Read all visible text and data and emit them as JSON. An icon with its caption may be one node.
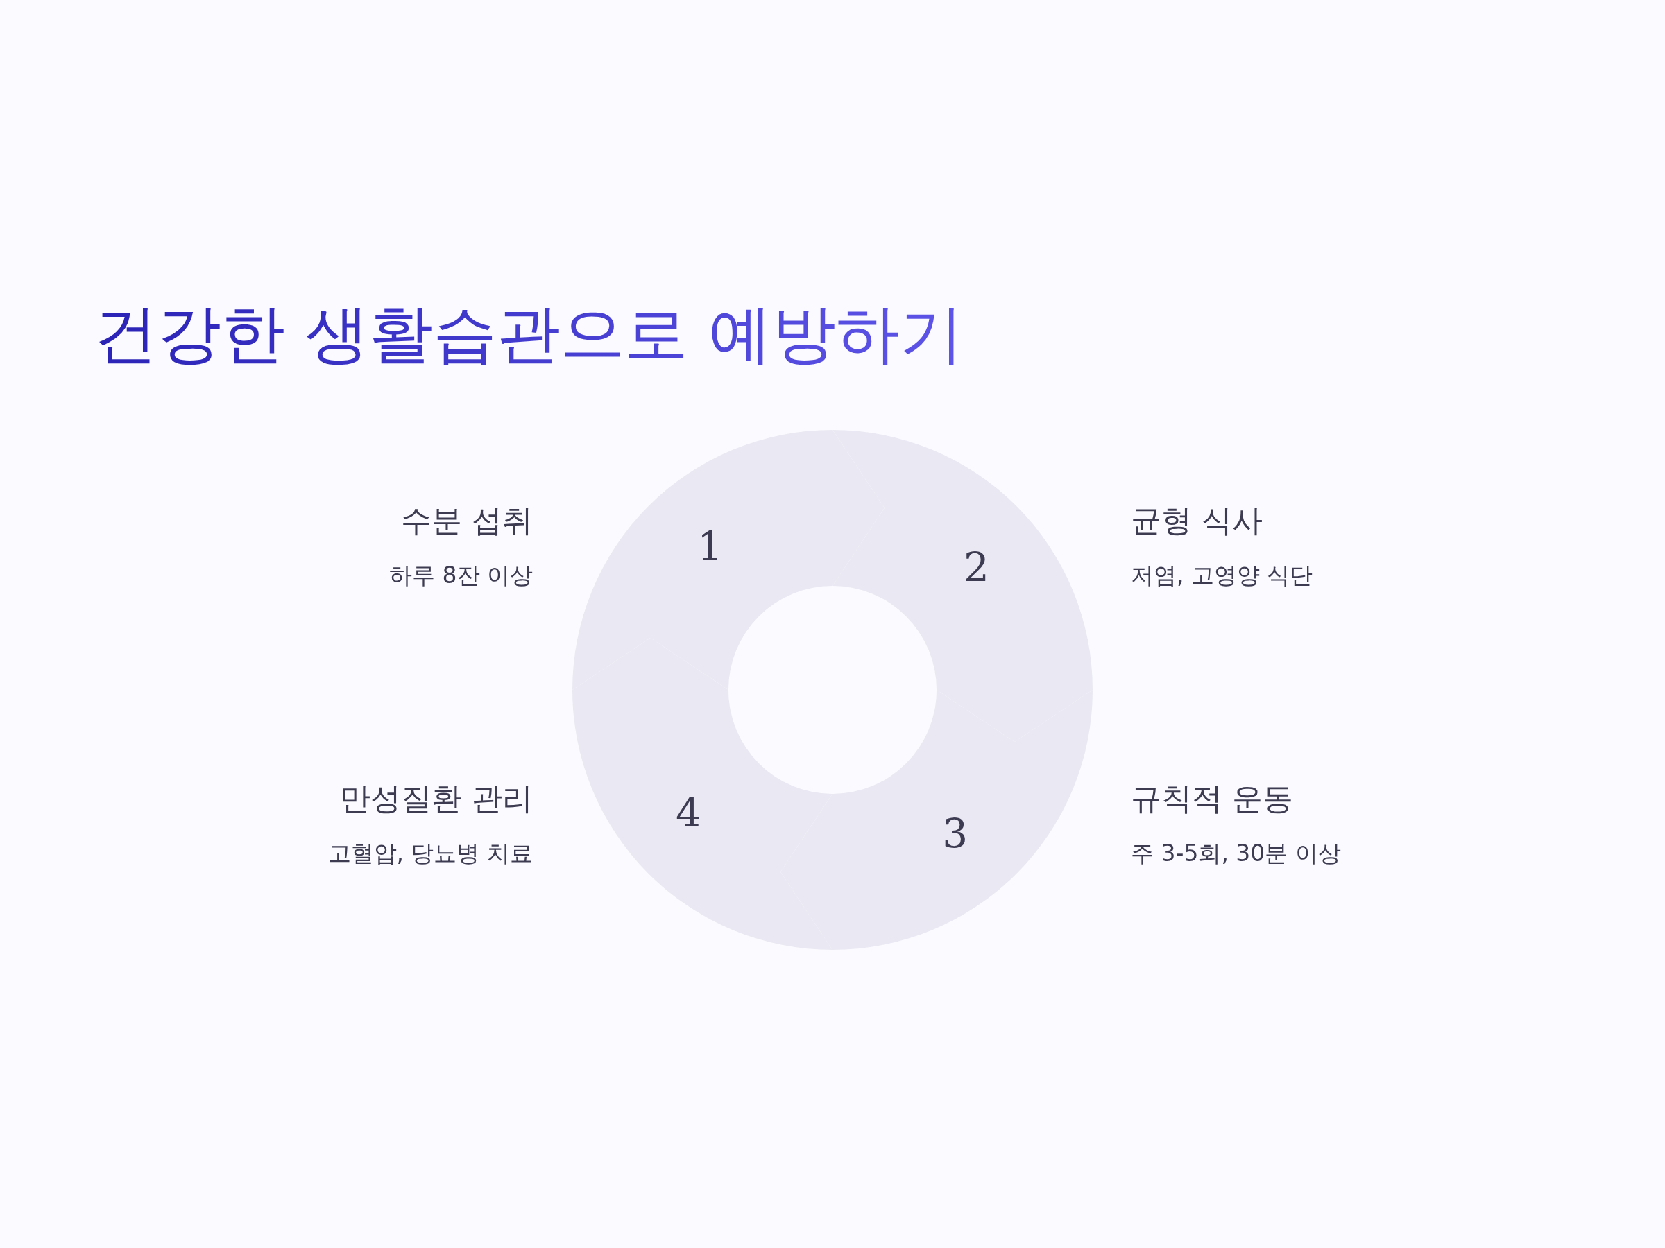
{
  "diagram": {
    "title": "건강한 생활습관으로 예방하기",
    "nodes": [
      {
        "text": [
          "1"
        ],
        "beside": [
          "수분 섭취",
          "하루 8잔 이상"
        ]
      },
      {
        "text": [
          "2"
        ],
        "beside": [
          "균형 식사",
          "저염, 고영양 식단"
        ]
      },
      {
        "text": [
          "3"
        ],
        "beside": [
          "규칙적 운동",
          "주 3-5회, 30분 이상"
        ]
      },
      {
        "text": [
          "4"
        ],
        "beside": [
          "만성질환 관리",
          "고혈압, 당뇨병 치료"
        ]
      }
    ],
    "edges": []
  }
}
